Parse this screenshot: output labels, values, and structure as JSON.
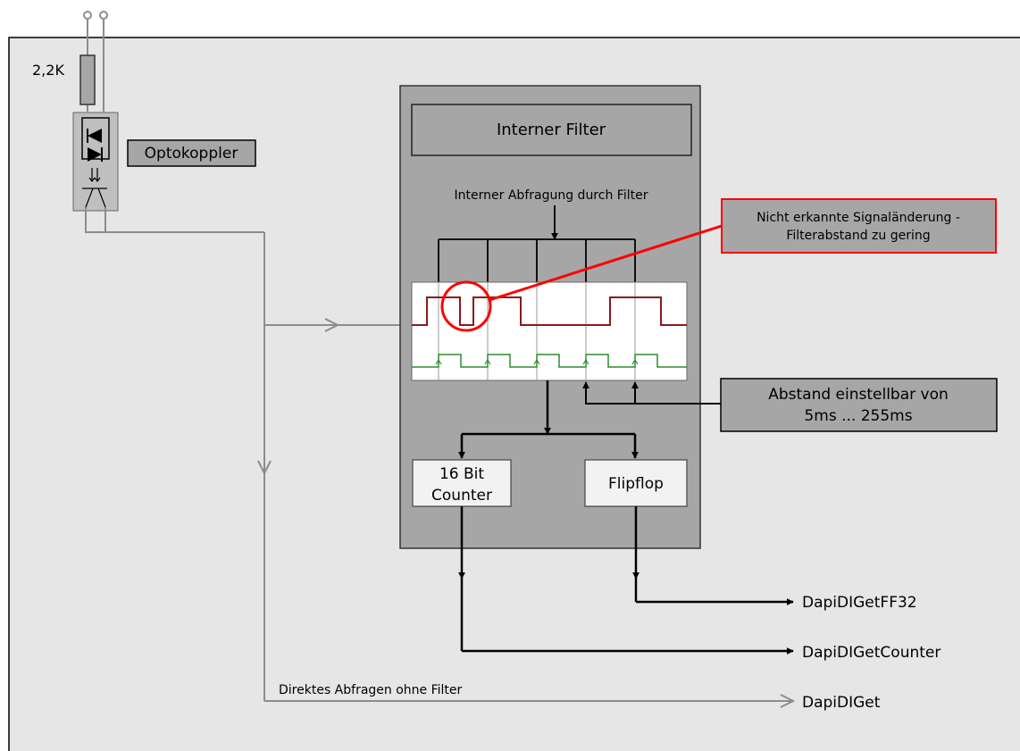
{
  "resistor_label": "2,2K",
  "optocoupler_label": "Optokoppler",
  "filter_title": "Interner Filter",
  "sampling_label": "Interner Abfragung durch Filter",
  "callout_error_line1": "Nicht erkannte Signaländerung -",
  "callout_error_line2": "Filterabstand zu gering",
  "callout_interval_line1": "Abstand einstellbar von",
  "callout_interval_line2": "5ms ... 255ms",
  "counter_line1": "16 Bit",
  "counter_line2": "Counter",
  "flipflop_label": "Flipflop",
  "direct_label": "Direktes Abfragen ohne Filter",
  "output_ff": "DapiDIGetFF32",
  "output_counter": "DapiDIGetCounter",
  "output_direct": "DapiDIGet",
  "colors": {
    "panel_bg": "#e6e6e6",
    "filter_box": "#a6a6a6",
    "signal_red": "#8b1a1a",
    "sample_green": "#2e8b2e",
    "highlight_red": "#ff0000",
    "wire_gray": "#8c8c8c"
  }
}
